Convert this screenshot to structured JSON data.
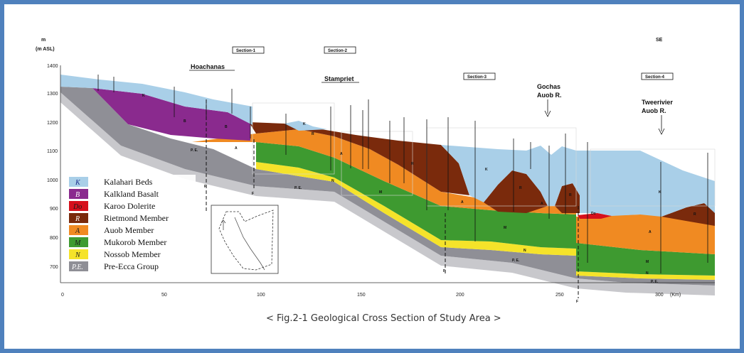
{
  "figure": {
    "caption": "< Fig.2-1 Geological Cross Section of Study Area >",
    "compass_right": "SE",
    "y_axis_unit_top": "m",
    "y_axis_unit_bottom": "(m  ASL)",
    "x_axis_unit": "(Km)",
    "y_ticks": [
      "1400",
      "1300",
      "1200",
      "1100",
      "1000",
      "900",
      "800",
      "700"
    ],
    "x_ticks": [
      "0",
      "50",
      "100",
      "150",
      "200",
      "250",
      "300"
    ],
    "sections": [
      "Section-1",
      "Section-2",
      "Section-3",
      "Section-4"
    ],
    "places": [
      {
        "name": "Hoachanas",
        "sub": ""
      },
      {
        "name": "Stampriet",
        "sub": ""
      },
      {
        "name": "Gochas",
        "sub": "Auob R."
      },
      {
        "name": "Tweerivier",
        "sub": "Auob R."
      }
    ],
    "unit_labels": {
      "K": "K",
      "B": "B",
      "R": "R",
      "A": "A",
      "M": "M",
      "N": "N",
      "PE": "P. E.",
      "Do": "Do"
    },
    "faults": [
      "F",
      "F",
      "F",
      "F"
    ],
    "colors": {
      "kalahari": "#a9cfe8",
      "basalt": "#8a2a8e",
      "dolerite": "#d6101c",
      "rietmond": "#7a2a0c",
      "auob": "#f08a22",
      "mukorob": "#3e9a30",
      "nossob": "#f5e32a",
      "preecca": "#8f8f96",
      "frame": "#4f81bd"
    }
  },
  "legend": [
    {
      "code": "K",
      "name": "Kalahari Beds",
      "color": "#a9cfe8",
      "code_color": "#1a2a8a"
    },
    {
      "code": "B",
      "name": "Kalkland Basalt",
      "color": "#8a2a8e",
      "code_color": "#ffffff"
    },
    {
      "code": "Do",
      "name": "Karoo Dolerite",
      "color": "#d6101c",
      "code_color": "#1a1a1a"
    },
    {
      "code": "R",
      "name": "Rietmond Member",
      "color": "#7a2a0c",
      "code_color": "#ffffff"
    },
    {
      "code": "A",
      "name": "Auob Member",
      "color": "#f08a22",
      "code_color": "#1a1a1a"
    },
    {
      "code": "M",
      "name": "Mukorob Member",
      "color": "#3e9a30",
      "code_color": "#1a1a1a"
    },
    {
      "code": "N",
      "name": "Nossob Member",
      "color": "#f5e32a",
      "code_color": "#1a1a1a"
    },
    {
      "code": "P.E.",
      "name": "Pre-Ecca Group",
      "color": "#8f8f96",
      "code_color": "#ffffff"
    }
  ]
}
